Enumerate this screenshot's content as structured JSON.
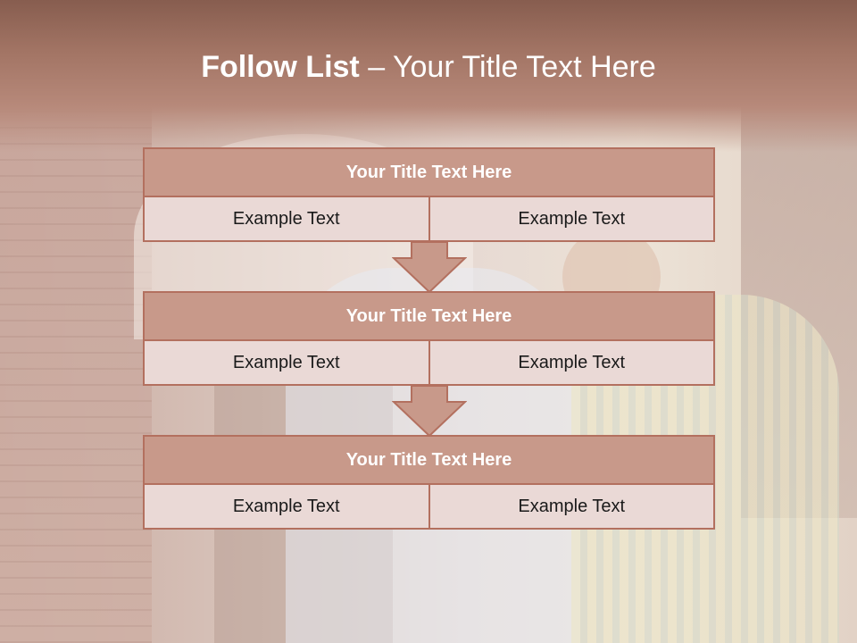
{
  "slide": {
    "title_bold": "Follow List",
    "title_rest": "– Your Title Text Here"
  },
  "blocks": [
    {
      "title": "Your Title Text Here",
      "cells": [
        "Example Text",
        "Example Text"
      ]
    },
    {
      "title": "Your Title Text Here",
      "cells": [
        "Example Text",
        "Example Text"
      ]
    },
    {
      "title": "Your Title Text Here",
      "cells": [
        "Example Text",
        "Example Text"
      ]
    }
  ],
  "colors": {
    "header_band": "#8f6354",
    "block_title_fill": "#c8998a",
    "block_border": "#b3705f",
    "cell_fill": "#ead9d6"
  },
  "icons": {
    "connector": "down-arrow-icon"
  }
}
